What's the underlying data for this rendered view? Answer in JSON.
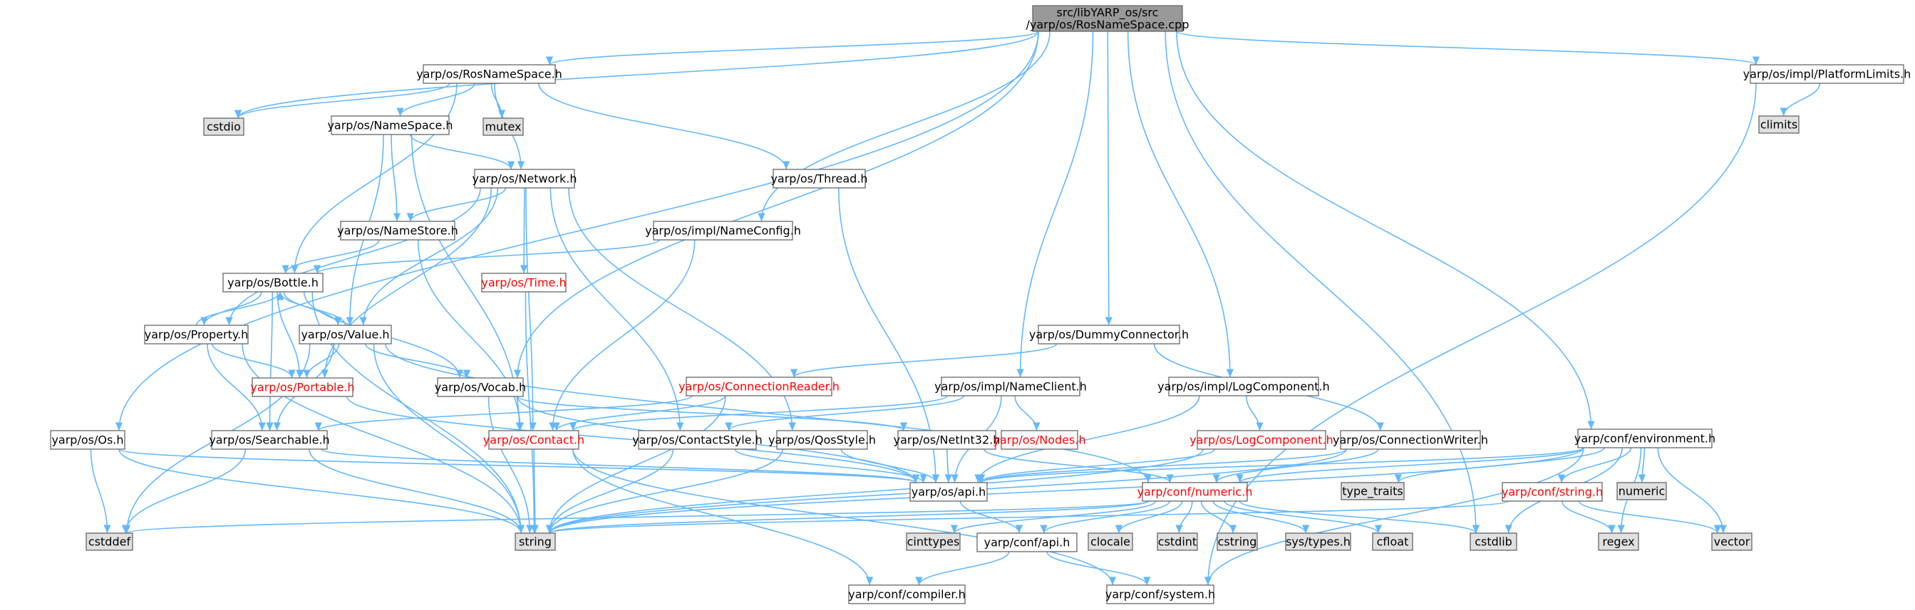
{
  "graph": {
    "colors": {
      "edge": "#63b8ff",
      "root_fill": "#999999",
      "node_fill": "#ffffff",
      "node_border": "#666666",
      "missing_header_fill": "#e0e0e0",
      "missing_header_border": "#999999",
      "truncated_border": "#ff0000",
      "text": "#000000",
      "truncated_text": "#ff0000"
    },
    "nodes": [
      {
        "id": "root",
        "label": "src/libYARP_os/src\n/yarp/os/RosNameSpace.cpp",
        "kind": "root"
      },
      {
        "id": "rosns_h",
        "label": "yarp/os/RosNameSpace.h",
        "kind": "header"
      },
      {
        "id": "platformlimits",
        "label": "yarp/os/impl/PlatformLimits.h",
        "kind": "header"
      },
      {
        "id": "climits",
        "label": "climits",
        "kind": "system"
      },
      {
        "id": "cstdio",
        "label": "cstdio",
        "kind": "system"
      },
      {
        "id": "mutex",
        "label": "mutex",
        "kind": "system"
      },
      {
        "id": "namespace_h",
        "label": "yarp/os/NameSpace.h",
        "kind": "header"
      },
      {
        "id": "network_h",
        "label": "yarp/os/Network.h",
        "kind": "header"
      },
      {
        "id": "thread_h",
        "label": "yarp/os/Thread.h",
        "kind": "header"
      },
      {
        "id": "nameconfig_h",
        "label": "yarp/os/impl/NameConfig.h",
        "kind": "header"
      },
      {
        "id": "namestore_h",
        "label": "yarp/os/NameStore.h",
        "kind": "header"
      },
      {
        "id": "bottle_h",
        "label": "yarp/os/Bottle.h",
        "kind": "header"
      },
      {
        "id": "time_h",
        "label": "yarp/os/Time.h",
        "kind": "truncated"
      },
      {
        "id": "property_h",
        "label": "yarp/os/Property.h",
        "kind": "header"
      },
      {
        "id": "value_h",
        "label": "yarp/os/Value.h",
        "kind": "header"
      },
      {
        "id": "portable_h",
        "label": "yarp/os/Portable.h",
        "kind": "truncated"
      },
      {
        "id": "vocab_h",
        "label": "yarp/os/Vocab.h",
        "kind": "header"
      },
      {
        "id": "dummyconnector_h",
        "label": "yarp/os/DummyConnector.h",
        "kind": "header"
      },
      {
        "id": "connectionreader_h",
        "label": "yarp/os/ConnectionReader.h",
        "kind": "truncated"
      },
      {
        "id": "nameclient_h",
        "label": "yarp/os/impl/NameClient.h",
        "kind": "header"
      },
      {
        "id": "logcomponent_impl_h",
        "label": "yarp/os/impl/LogComponent.h",
        "kind": "header"
      },
      {
        "id": "environment_h",
        "label": "yarp/conf/environment.h",
        "kind": "header"
      },
      {
        "id": "os_h",
        "label": "yarp/os/Os.h",
        "kind": "header"
      },
      {
        "id": "searchable_h",
        "label": "yarp/os/Searchable.h",
        "kind": "header"
      },
      {
        "id": "contact_h",
        "label": "yarp/os/Contact.h",
        "kind": "truncated"
      },
      {
        "id": "contactstyle_h",
        "label": "yarp/os/ContactStyle.h",
        "kind": "header"
      },
      {
        "id": "qosstyle_h",
        "label": "yarp/os/QosStyle.h",
        "kind": "header"
      },
      {
        "id": "netint32_h",
        "label": "yarp/os/NetInt32.h",
        "kind": "header"
      },
      {
        "id": "nodes_h",
        "label": "yarp/os/Nodes.h",
        "kind": "truncated"
      },
      {
        "id": "logcomponent_h",
        "label": "yarp/os/LogComponent.h",
        "kind": "truncated"
      },
      {
        "id": "connectionwriter_h",
        "label": "yarp/os/ConnectionWriter.h",
        "kind": "header"
      },
      {
        "id": "api_h",
        "label": "yarp/os/api.h",
        "kind": "header"
      },
      {
        "id": "numeric_h",
        "label": "yarp/conf/numeric.h",
        "kind": "truncated"
      },
      {
        "id": "type_traits",
        "label": "type_traits",
        "kind": "system"
      },
      {
        "id": "string_conf_h",
        "label": "yarp/conf/string.h",
        "kind": "truncated"
      },
      {
        "id": "numeric",
        "label": "numeric",
        "kind": "system"
      },
      {
        "id": "cstddef",
        "label": "cstddef",
        "kind": "system"
      },
      {
        "id": "string",
        "label": "string",
        "kind": "system"
      },
      {
        "id": "cinttypes",
        "label": "cinttypes",
        "kind": "system"
      },
      {
        "id": "conf_api_h",
        "label": "yarp/conf/api.h",
        "kind": "header"
      },
      {
        "id": "clocale",
        "label": "clocale",
        "kind": "system"
      },
      {
        "id": "cstdint",
        "label": "cstdint",
        "kind": "system"
      },
      {
        "id": "cstring",
        "label": "cstring",
        "kind": "system"
      },
      {
        "id": "sys_types_h",
        "label": "sys/types.h",
        "kind": "system"
      },
      {
        "id": "cfloat",
        "label": "cfloat",
        "kind": "system"
      },
      {
        "id": "cstdlib",
        "label": "cstdlib",
        "kind": "system"
      },
      {
        "id": "regex",
        "label": "regex",
        "kind": "system"
      },
      {
        "id": "vector",
        "label": "vector",
        "kind": "system"
      },
      {
        "id": "compiler_h",
        "label": "yarp/conf/compiler.h",
        "kind": "header"
      },
      {
        "id": "system_h",
        "label": "yarp/conf/system.h",
        "kind": "header"
      }
    ],
    "edges": [
      [
        "root",
        "rosns_h"
      ],
      [
        "root",
        "platformlimits"
      ],
      [
        "root",
        "cstdio"
      ],
      [
        "root",
        "os_h"
      ],
      [
        "root",
        "nameconfig_h"
      ],
      [
        "root",
        "vocab_h"
      ],
      [
        "root",
        "dummyconnector_h"
      ],
      [
        "root",
        "nameclient_h"
      ],
      [
        "root",
        "logcomponent_impl_h"
      ],
      [
        "root",
        "environment_h"
      ],
      [
        "root",
        "cstdlib"
      ],
      [
        "rosns_h",
        "cstdio"
      ],
      [
        "rosns_h",
        "mutex"
      ],
      [
        "rosns_h",
        "namespace_h"
      ],
      [
        "rosns_h",
        "network_h"
      ],
      [
        "rosns_h",
        "thread_h"
      ],
      [
        "rosns_h",
        "bottle_h"
      ],
      [
        "platformlimits",
        "climits"
      ],
      [
        "platformlimits",
        "system_h"
      ],
      [
        "namespace_h",
        "network_h"
      ],
      [
        "namespace_h",
        "namestore_h"
      ],
      [
        "namespace_h",
        "value_h"
      ],
      [
        "namespace_h",
        "contact_h"
      ],
      [
        "network_h",
        "namestore_h"
      ],
      [
        "network_h",
        "time_h"
      ],
      [
        "network_h",
        "property_h"
      ],
      [
        "network_h",
        "value_h"
      ],
      [
        "network_h",
        "portable_h"
      ],
      [
        "network_h",
        "contact_h"
      ],
      [
        "network_h",
        "contactstyle_h"
      ],
      [
        "network_h",
        "qosstyle_h"
      ],
      [
        "thread_h",
        "api_h"
      ],
      [
        "nameconfig_h",
        "bottle_h"
      ],
      [
        "nameconfig_h",
        "contact_h"
      ],
      [
        "namestore_h",
        "bottle_h"
      ],
      [
        "namestore_h",
        "contact_h"
      ],
      [
        "bottle_h",
        "property_h"
      ],
      [
        "bottle_h",
        "value_h"
      ],
      [
        "bottle_h",
        "portable_h"
      ],
      [
        "bottle_h",
        "searchable_h"
      ],
      [
        "bottle_h",
        "vocab_h"
      ],
      [
        "bottle_h",
        "string"
      ],
      [
        "time_h",
        "string"
      ],
      [
        "property_h",
        "bottle_h"
      ],
      [
        "property_h",
        "portable_h"
      ],
      [
        "property_h",
        "searchable_h"
      ],
      [
        "property_h",
        "string"
      ],
      [
        "value_h",
        "bottle_h"
      ],
      [
        "value_h",
        "portable_h"
      ],
      [
        "value_h",
        "vocab_h"
      ],
      [
        "value_h",
        "searchable_h"
      ],
      [
        "value_h",
        "cstddef"
      ],
      [
        "value_h",
        "string"
      ],
      [
        "value_h",
        "numeric_h"
      ],
      [
        "portable_h",
        "api_h"
      ],
      [
        "vocab_h",
        "string"
      ],
      [
        "vocab_h",
        "netint32_h"
      ],
      [
        "vocab_h",
        "api_h"
      ],
      [
        "dummyconnector_h",
        "connectionreader_h"
      ],
      [
        "dummyconnector_h",
        "connectionwriter_h"
      ],
      [
        "connectionreader_h",
        "searchable_h"
      ],
      [
        "connectionreader_h",
        "contact_h"
      ],
      [
        "connectionreader_h",
        "string"
      ],
      [
        "nameclient_h",
        "contact_h"
      ],
      [
        "nameclient_h",
        "contactstyle_h"
      ],
      [
        "nameclient_h",
        "nodes_h"
      ],
      [
        "nameclient_h",
        "api_h"
      ],
      [
        "logcomponent_impl_h",
        "logcomponent_h"
      ],
      [
        "logcomponent_impl_h",
        "api_h"
      ],
      [
        "environment_h",
        "api_h"
      ],
      [
        "environment_h",
        "numeric_h"
      ],
      [
        "environment_h",
        "string_conf_h"
      ],
      [
        "environment_h",
        "type_traits"
      ],
      [
        "environment_h",
        "numeric"
      ],
      [
        "environment_h",
        "string"
      ],
      [
        "environment_h",
        "cstdlib"
      ],
      [
        "environment_h",
        "regex"
      ],
      [
        "environment_h",
        "vector"
      ],
      [
        "environment_h",
        "system_h"
      ],
      [
        "os_h",
        "api_h"
      ],
      [
        "os_h",
        "cstddef"
      ],
      [
        "os_h",
        "string"
      ],
      [
        "searchable_h",
        "api_h"
      ],
      [
        "searchable_h",
        "cstddef"
      ],
      [
        "searchable_h",
        "string"
      ],
      [
        "contact_h",
        "string"
      ],
      [
        "contact_h",
        "compiler_h"
      ],
      [
        "contact_h",
        "system_h"
      ],
      [
        "contactstyle_h",
        "api_h"
      ],
      [
        "contactstyle_h",
        "string"
      ],
      [
        "qosstyle_h",
        "api_h"
      ],
      [
        "qosstyle_h",
        "string"
      ],
      [
        "netint32_h",
        "api_h"
      ],
      [
        "netint32_h",
        "numeric_h"
      ],
      [
        "logcomponent_h",
        "api_h"
      ],
      [
        "logcomponent_h",
        "string"
      ],
      [
        "connectionwriter_h",
        "api_h"
      ],
      [
        "connectionwriter_h",
        "numeric_h"
      ],
      [
        "connectionwriter_h",
        "string"
      ],
      [
        "api_h",
        "conf_api_h"
      ],
      [
        "numeric_h",
        "cinttypes"
      ],
      [
        "numeric_h",
        "conf_api_h"
      ],
      [
        "numeric_h",
        "clocale"
      ],
      [
        "numeric_h",
        "cstdint"
      ],
      [
        "numeric_h",
        "cstring"
      ],
      [
        "numeric_h",
        "sys_types_h"
      ],
      [
        "numeric_h",
        "cfloat"
      ],
      [
        "numeric_h",
        "cstdlib"
      ],
      [
        "numeric_h",
        "cstddef"
      ],
      [
        "numeric_h",
        "string"
      ],
      [
        "string_conf_h",
        "string"
      ],
      [
        "string_conf_h",
        "regex"
      ],
      [
        "string_conf_h",
        "vector"
      ],
      [
        "conf_api_h",
        "compiler_h"
      ],
      [
        "conf_api_h",
        "system_h"
      ]
    ]
  }
}
